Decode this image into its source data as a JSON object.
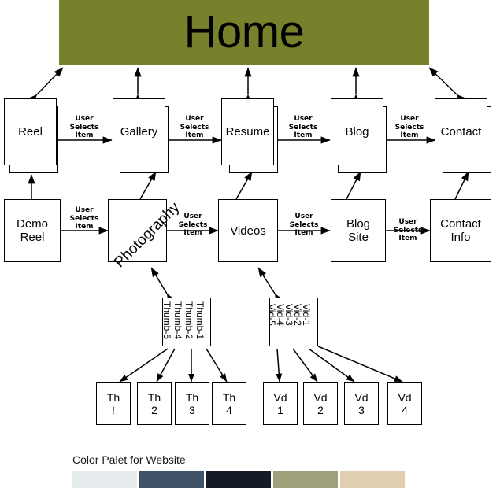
{
  "diagram": {
    "title": "Home",
    "header_color": "#77802b",
    "caption_text": "User\nSelects\nItem",
    "caption_lines": [
      "User",
      "Selects",
      "Item"
    ]
  },
  "row1": {
    "nodes": [
      {
        "label": "Reel",
        "name": "node-reel"
      },
      {
        "label": "Gallery",
        "name": "node-gallery"
      },
      {
        "label": "Resume",
        "name": "node-resume"
      },
      {
        "label": "Blog",
        "name": "node-blog"
      },
      {
        "label": "Contact",
        "name": "node-contact"
      }
    ],
    "captions": [
      "User Selects Item",
      "User Selects Item",
      "User Selects Item",
      "User Selects Item"
    ]
  },
  "row2": {
    "nodes": [
      {
        "label": "Demo Reel",
        "line1": "Demo",
        "line2": "Reel",
        "name": "node-demo-reel"
      },
      {
        "label": "Photography",
        "line1": "Photography",
        "line2": "",
        "name": "node-photography"
      },
      {
        "label": "Videos",
        "line1": "Videos",
        "line2": "",
        "name": "node-videos"
      },
      {
        "label": "Blog Site",
        "line1": "Blog",
        "line2": "Site",
        "name": "node-blog-site"
      },
      {
        "label": "Contact Info",
        "line1": "Contact",
        "line2": "Info",
        "name": "node-contact-info"
      }
    ],
    "captions": [
      "User Selects Item",
      "User Selects Item",
      "User Selects Item",
      "User Selects Item"
    ]
  },
  "thumb_group": {
    "name": "node-thumb-group",
    "labels": [
      "Thumb-1",
      "Thumb-2",
      "Thumb-4",
      "Thumb-5"
    ]
  },
  "vid_group": {
    "name": "node-vid-group",
    "labels": [
      "Vid-1",
      "Vid-2",
      "Vid-3",
      "Vid-4",
      "Vid-5"
    ]
  },
  "thumbs": [
    {
      "line1": "Th",
      "line2": "!"
    },
    {
      "line1": "Th",
      "line2": "2"
    },
    {
      "line1": "Th",
      "line2": "3"
    },
    {
      "line1": "Th",
      "line2": "4"
    }
  ],
  "vids": [
    {
      "line1": "Vd",
      "line2": "1"
    },
    {
      "line1": "Vd",
      "line2": "2"
    },
    {
      "line1": "Vd",
      "line2": "3"
    },
    {
      "line1": "Vd",
      "line2": "4"
    }
  ],
  "palette": {
    "title": "Color Palet for Website",
    "swatches": [
      {
        "name": "swatch-pale-blue",
        "hex": "#e7ecef"
      },
      {
        "name": "swatch-slate-blue",
        "hex": "#3f5368"
      },
      {
        "name": "swatch-near-black",
        "hex": "#141d27"
      },
      {
        "name": "swatch-olive-sage",
        "hex": "#a0a07c"
      },
      {
        "name": "swatch-sand-beige",
        "hex": "#e0ceb0"
      }
    ]
  }
}
